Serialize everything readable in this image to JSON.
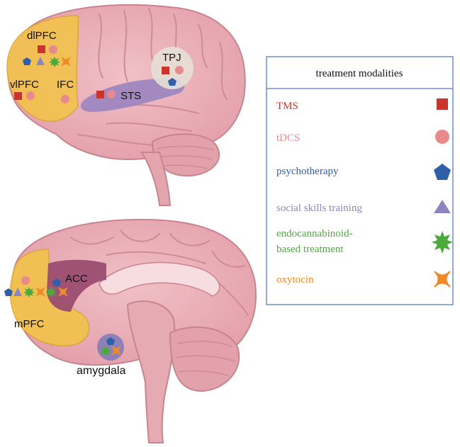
{
  "legend": {
    "title": "treatment modalities",
    "items": [
      {
        "key": "tms",
        "label": "TMS",
        "color": "#c8352c",
        "shape": "square"
      },
      {
        "key": "tdcs",
        "label": "tDCS",
        "color": "#e88a8c",
        "shape": "circle"
      },
      {
        "key": "psychotherapy",
        "label": "psychotherapy",
        "color": "#2f5fa8",
        "shape": "pentagon"
      },
      {
        "key": "social",
        "label": "social skills training",
        "color": "#8c86c0",
        "shape": "triangle"
      },
      {
        "key": "endo",
        "label_lines": [
          "endocannabinoid-",
          "based treatment"
        ],
        "color": "#4caa3c",
        "shape": "star"
      },
      {
        "key": "oxytocin",
        "label": "oxytocin",
        "color": "#ee8a2a",
        "shape": "cross-star"
      }
    ],
    "border_color": "#6f8fbf"
  },
  "regions": {
    "dlpfc": "dlPFC",
    "vlpfc": "vlPFC",
    "ifc": "IFC",
    "tpj": "TPJ",
    "sts": "STS",
    "acc": "ACC",
    "mpfc": "mPFC",
    "amygdala": "amygdala"
  },
  "colors": {
    "prefrontal": "#f2c24e",
    "sts": "#9a84c0",
    "acc": "#9b4d70",
    "tpj": "#e6e0d6",
    "amygdala": "#7f79b8",
    "brain": "#e9aeb6",
    "brain_outline": "#c9848e"
  }
}
